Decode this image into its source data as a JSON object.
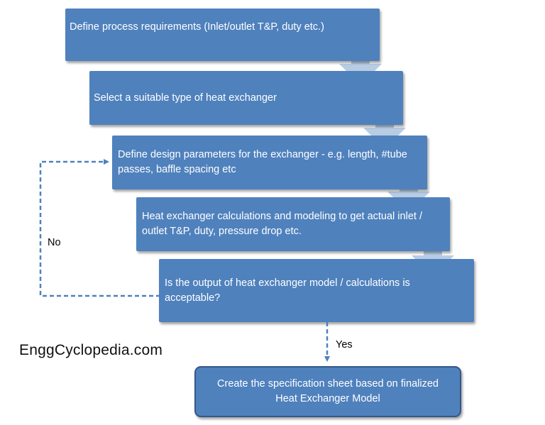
{
  "steps": [
    {
      "text": "Define process requirements (Inlet/outlet T&P, duty etc.)"
    },
    {
      "text": "Select a suitable type of heat exchanger"
    },
    {
      "text": "Define design parameters for the exchanger - e.g. length, #tube passes, baffle spacing etc"
    },
    {
      "text": "Heat exchanger calculations and modeling to get actual inlet / outlet T&P, duty, pressure drop etc."
    },
    {
      "text": "Is the output of heat exchanger model / calculations is acceptable?"
    }
  ],
  "final_step": {
    "text": "Create the specification sheet based on finalized Heat Exchanger Model"
  },
  "decision": {
    "no_label": "No",
    "yes_label": "Yes"
  },
  "watermark": "EnggCyclopedia.com",
  "colors": {
    "box_fill": "#4f81bd",
    "arrow_fill": "#b8cce4",
    "connector": "#4f81bd",
    "text_on_box": "#ffffff"
  }
}
